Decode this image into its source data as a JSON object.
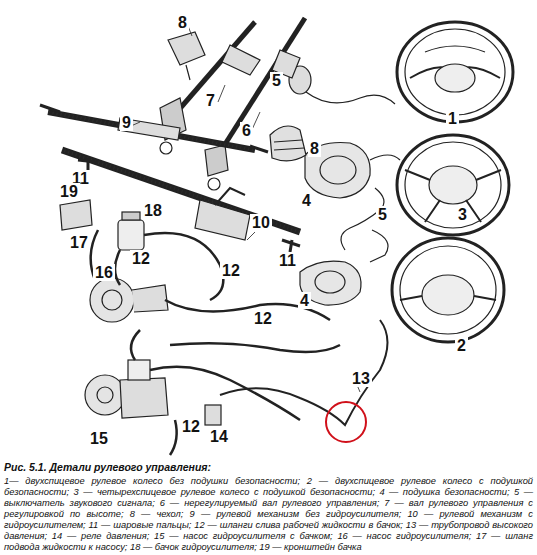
{
  "diagram": {
    "caption": "Рис. 5.1. Детали рулевого управления:",
    "labels": [
      "8",
      "7",
      "6",
      "5",
      "1",
      "8",
      "9",
      "11",
      "19",
      "18",
      "10",
      "4",
      "5",
      "3",
      "17",
      "12",
      "16",
      "11",
      "12",
      "4",
      "2",
      "12",
      "13",
      "12",
      "14",
      "15",
      "1— двухспицевое рулевое колесо без подушки безопасности; 2 — двухспицевое рулевое колесо с подушкой безопасности; 3 — четырехспицевое рулевое колесо с подушкой безопасности; 4 — подушка безопасности; 5 — выключатель звукового сигнала; 6 — нерегулируемый вал рулевого управления; 7 — вал рулевого управления с регулировкой по высоте; 8 — чехол; 9 — рулевой механизм без гидроусилителя; 10 — рулевой механизм с гидроусилителем; 11 — шаровые пальцы; 12 — шланги слива рабочей жидкости в бачок; 13 — трубопровод высокого давления; 14 — реле давления; 15 — насос гидроусилителя с бачком; 16 — насос гидроусилителя; 17 — шланг подвода жидкости к насосу; 18 — бачок гидроусилителя; 19 — кронштейн бачка"
    ]
  }
}
